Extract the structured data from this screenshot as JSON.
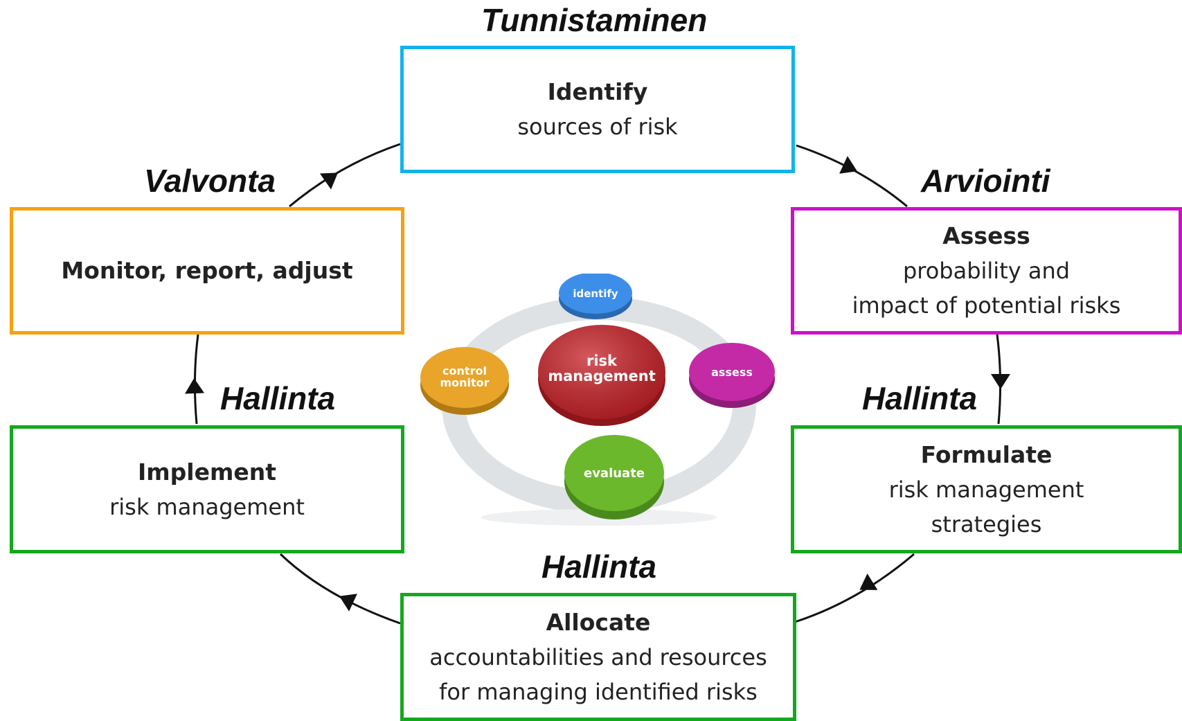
{
  "phases": {
    "identify": "Tunnistaminen",
    "assess": "Arviointi",
    "formulate": "Hallinta",
    "allocate": "Hallinta",
    "implement": "Hallinta",
    "monitor": "Valvonta"
  },
  "boxes": {
    "identify": {
      "title": "Identify",
      "lines": [
        "sources of risk"
      ]
    },
    "assess": {
      "title": "Assess",
      "lines": [
        "probability and",
        "impact of potential risks"
      ]
    },
    "formulate": {
      "title": "Formulate",
      "lines": [
        "risk management",
        "strategies"
      ]
    },
    "allocate": {
      "title": "Allocate",
      "lines": [
        "accountabilities and resources",
        "for managing identified risks"
      ]
    },
    "implement": {
      "title": "Implement",
      "lines": [
        "risk management"
      ]
    },
    "monitor": {
      "title": "Monitor, report, adjust",
      "lines": []
    }
  },
  "center": {
    "hub": [
      "risk",
      "management"
    ],
    "identify": "identify",
    "assess": "assess",
    "evaluate": "evaluate",
    "control": [
      "control",
      "monitor"
    ]
  },
  "colors": {
    "identify": "#12b3ea",
    "assess": "#cc11cc",
    "formulate": "#14a81e",
    "allocate": "#14a81e",
    "implement": "#14a81e",
    "monitor": "#f8a010",
    "hub": "#c62127",
    "disc_identify": "#3d8ee8",
    "disc_assess": "#c42aa5",
    "disc_evaluate": "#6cb82d",
    "disc_control": "#e8a52a"
  }
}
